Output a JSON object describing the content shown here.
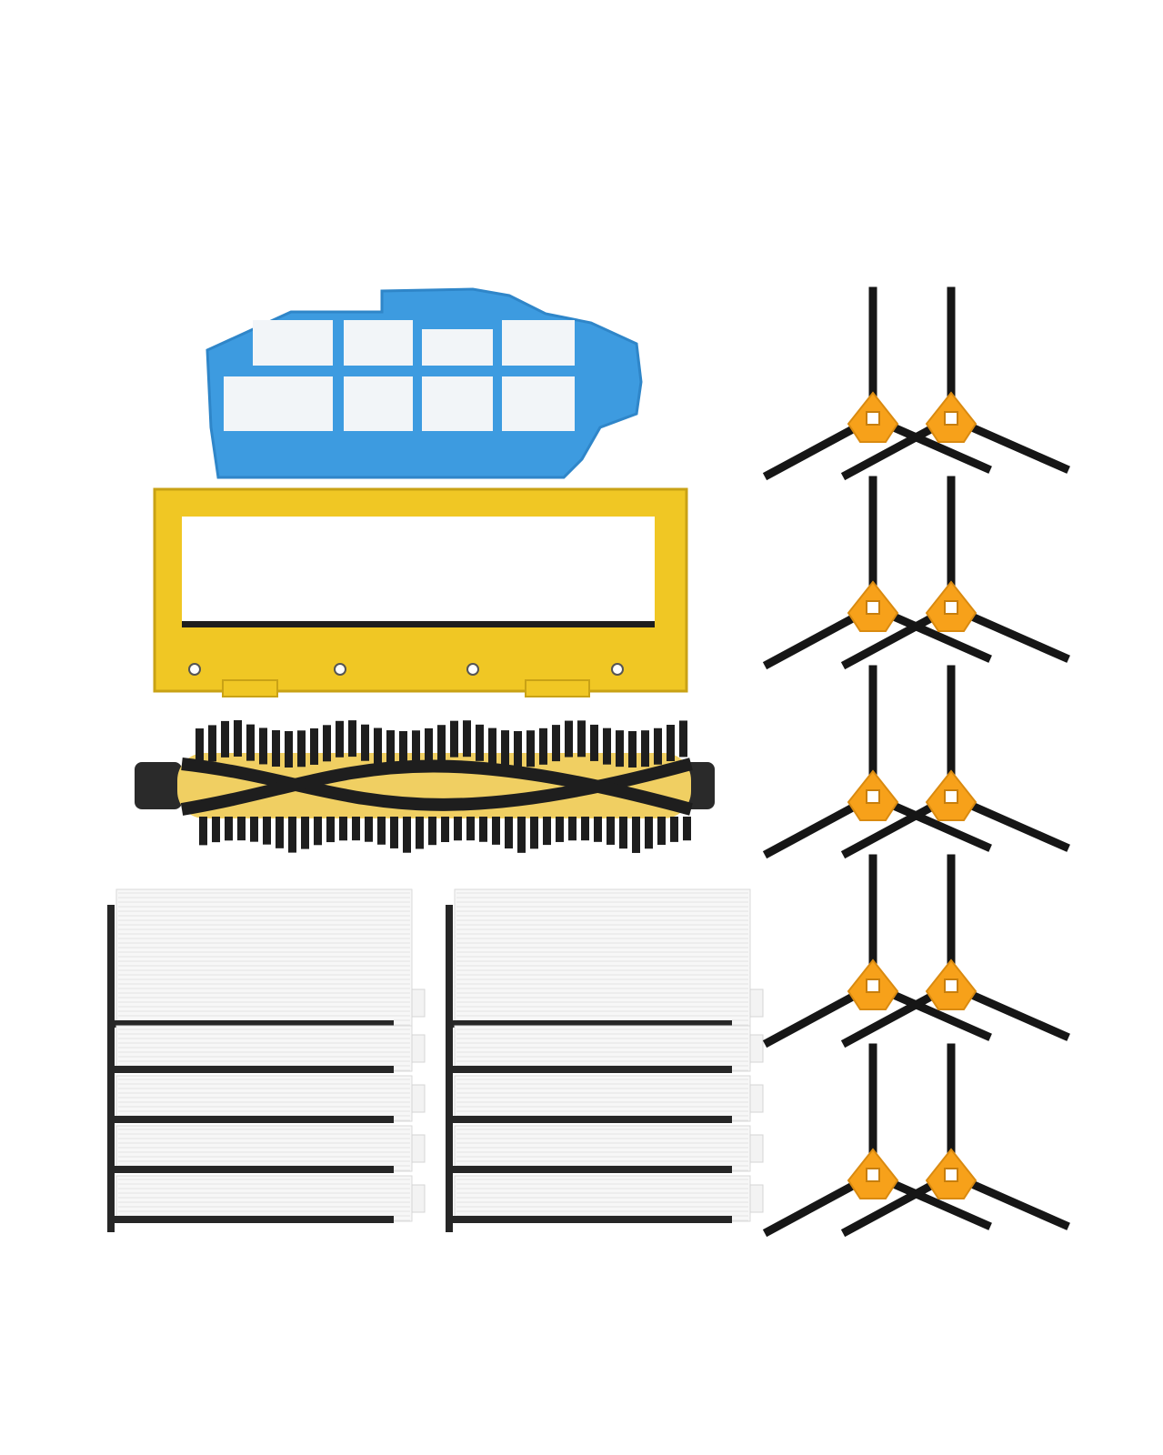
{
  "scene": {
    "background": "#ffffff",
    "colors": {
      "primary_filter_frame": "#3d9be0",
      "primary_filter_frame_dark": "#2f86c9",
      "primary_filter_mesh": "#f2f5f8",
      "brush_cover": "#f0c724",
      "brush_cover_dark": "#c9a215",
      "brush_bristles": "#1e1e1e",
      "brush_core": "#f0cf62",
      "hepa_pleats": "#f7f7f7",
      "hepa_edge": "#262626",
      "side_brush_hub": "#f7a11a",
      "side_brush_arm": "#161616"
    },
    "items": [
      {
        "name": "primary-filter",
        "count": 1
      },
      {
        "name": "main-brush-cover",
        "count": 1
      },
      {
        "name": "main-roller-brush",
        "count": 1
      },
      {
        "name": "hepa-filter",
        "count": 10
      },
      {
        "name": "side-brush",
        "count": 10
      }
    ]
  }
}
